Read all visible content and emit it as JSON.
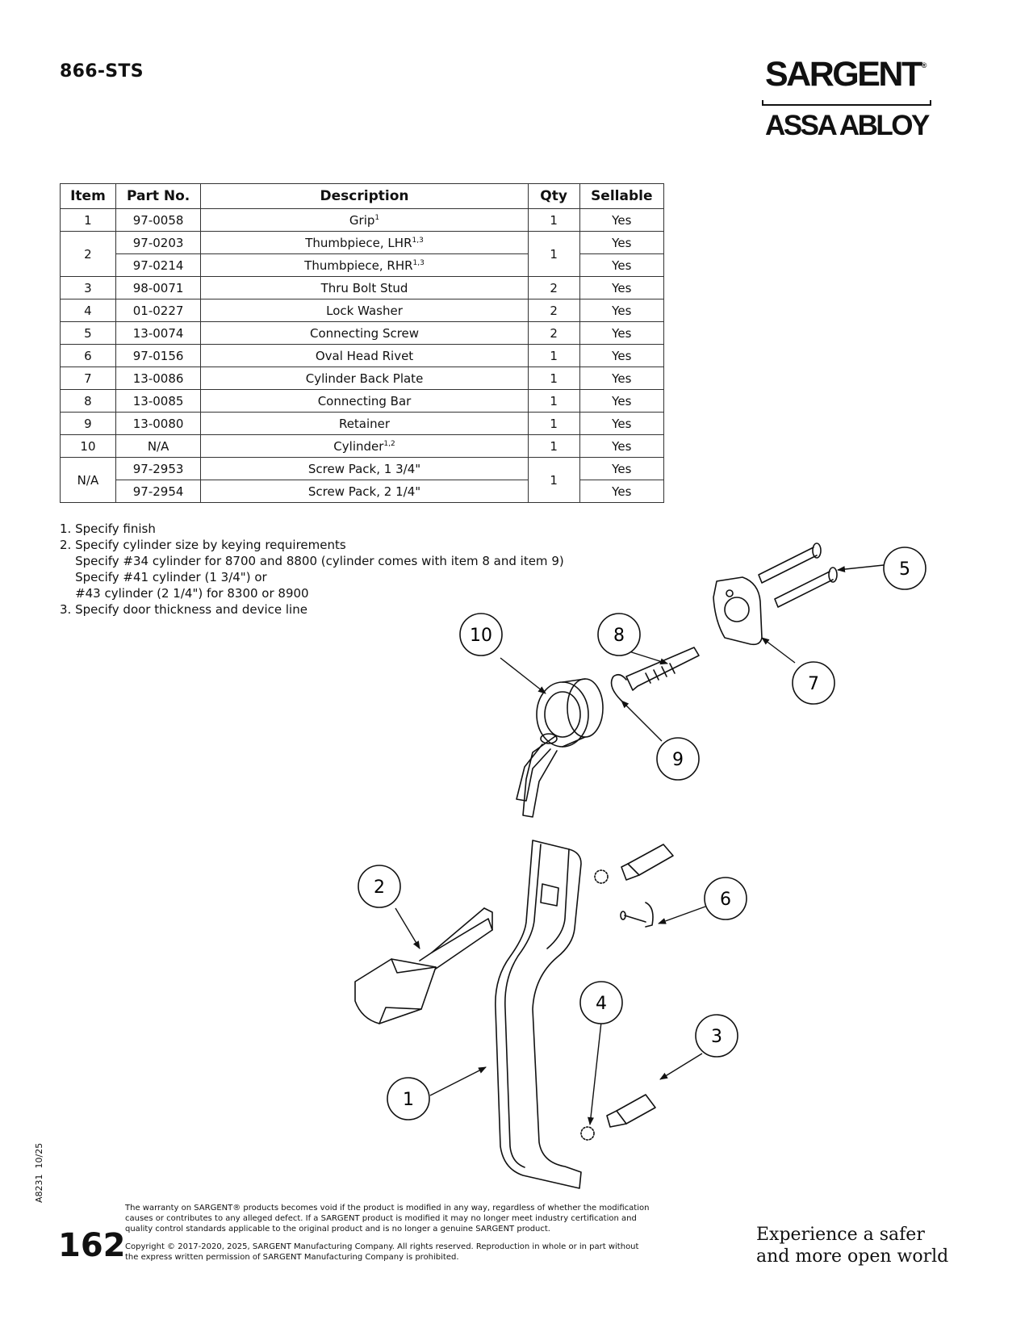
{
  "header": {
    "title": "866-STS",
    "logo_top": "SARGENT",
    "logo_reg": "®",
    "logo_bottom": "ASSA ABLOY"
  },
  "table": {
    "headers": [
      "Item",
      "Part No.",
      "Description",
      "Qty",
      "Sellable"
    ],
    "rows": [
      {
        "item": "1",
        "part": "97-0058",
        "desc": "Grip",
        "sup": "1",
        "qty": "1",
        "sellable": "Yes"
      },
      {
        "item": "2",
        "part": "97-0203",
        "desc": "Thumbpiece, LHR",
        "sup": "1,3",
        "qty": "1",
        "sellable": "Yes"
      },
      {
        "item": "",
        "part": "97-0214",
        "desc": "Thumbpiece, RHR",
        "sup": "1,3",
        "qty": "",
        "sellable": "Yes"
      },
      {
        "item": "3",
        "part": "98-0071",
        "desc": "Thru Bolt Stud",
        "sup": "",
        "qty": "2",
        "sellable": "Yes"
      },
      {
        "item": "4",
        "part": "01-0227",
        "desc": "Lock Washer",
        "sup": "",
        "qty": "2",
        "sellable": "Yes"
      },
      {
        "item": "5",
        "part": "13-0074",
        "desc": "Connecting Screw",
        "sup": "",
        "qty": "2",
        "sellable": "Yes"
      },
      {
        "item": "6",
        "part": "97-0156",
        "desc": "Oval Head Rivet",
        "sup": "",
        "qty": "1",
        "sellable": "Yes"
      },
      {
        "item": "7",
        "part": "13-0086",
        "desc": "Cylinder Back Plate",
        "sup": "",
        "qty": "1",
        "sellable": "Yes"
      },
      {
        "item": "8",
        "part": "13-0085",
        "desc": "Connecting Bar",
        "sup": "",
        "qty": "1",
        "sellable": "Yes"
      },
      {
        "item": "9",
        "part": "13-0080",
        "desc": "Retainer",
        "sup": "",
        "qty": "1",
        "sellable": "Yes"
      },
      {
        "item": "10",
        "part": "N/A",
        "desc": "Cylinder",
        "sup": "1,2",
        "qty": "1",
        "sellable": "Yes"
      },
      {
        "item": "N/A",
        "part": "97-2953",
        "desc": "Screw Pack, 1 3/4\"",
        "sup": "",
        "qty": "1",
        "sellable": "Yes"
      },
      {
        "item": "",
        "part": "97-2954",
        "desc": "Screw Pack, 2 1/4\"",
        "sup": "",
        "qty": "",
        "sellable": "Yes"
      }
    ]
  },
  "notes": [
    "1. Specify finish",
    "2. Specify cylinder size by keying requirements",
    "    Specify #34 cylinder for 8700 and 8800 (cylinder comes with item 8 and item 9)",
    "    Specify #41 cylinder (1 3/4\") or",
    "    #43 cylinder (2 1/4\") for 8300 or 8900",
    "3. Specify door thickness and device line"
  ],
  "callouts": [
    "1",
    "2",
    "3",
    "4",
    "5",
    "6",
    "7",
    "8",
    "9",
    "10"
  ],
  "footer": {
    "side_code": "A8231  10/25",
    "page_number": "162",
    "warranty": "The warranty on SARGENT® products becomes void if the product is modified in any way, regardless of whether the modification causes or contributes to any alleged defect. If a SARGENT product is modified it may no longer meet industry certification and quality control standards applicable to the original product and is no longer a genuine SARGENT product.",
    "copyright": "Copyright © 2017-2020, 2025, SARGENT Manufacturing Company. All rights reserved. Reproduction in whole or in part without the express written permission of SARGENT Manufacturing Company is prohibited.",
    "tagline_line1": "Experience a safer",
    "tagline_line2": "and more open world"
  }
}
